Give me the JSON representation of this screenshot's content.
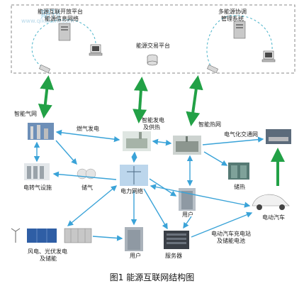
{
  "watermark": {
    "site_cn": "期刊",
    "site_url": "www.qikanshi.com"
  },
  "cloud": {
    "left_title": "能源互联开放平台",
    "left_title_2": "能源信息网络",
    "center_title": "能源交易平台",
    "right_title_1": "多能源协调",
    "right_title_2": "管理系统"
  },
  "nodes": {
    "smart_grid": "智能气网",
    "gas_power": "燃气发电",
    "smart_gen_1": "智能发电",
    "smart_gen_2": "及供热",
    "smart_heat": "智能热网",
    "electrified_traffic": "电气化交通网",
    "p2g": "电转气设施",
    "gas_storage": "储气",
    "power_network": "电力网络",
    "heat_storage": "储热",
    "user_upper": "用户",
    "ev": "电动汽车",
    "renewables_1": "风电、光伏发电",
    "renewables_2": "及储能",
    "user_lower": "用户",
    "server": "服务器",
    "charging_1": "电动汽车充电站",
    "charging_2": "及储能电池"
  },
  "caption": "图1 能源互联网结构图",
  "colors": {
    "blue_arrow": "#3aa3d8",
    "green_arrow": "#22a146",
    "dashed_box": "#888888"
  }
}
